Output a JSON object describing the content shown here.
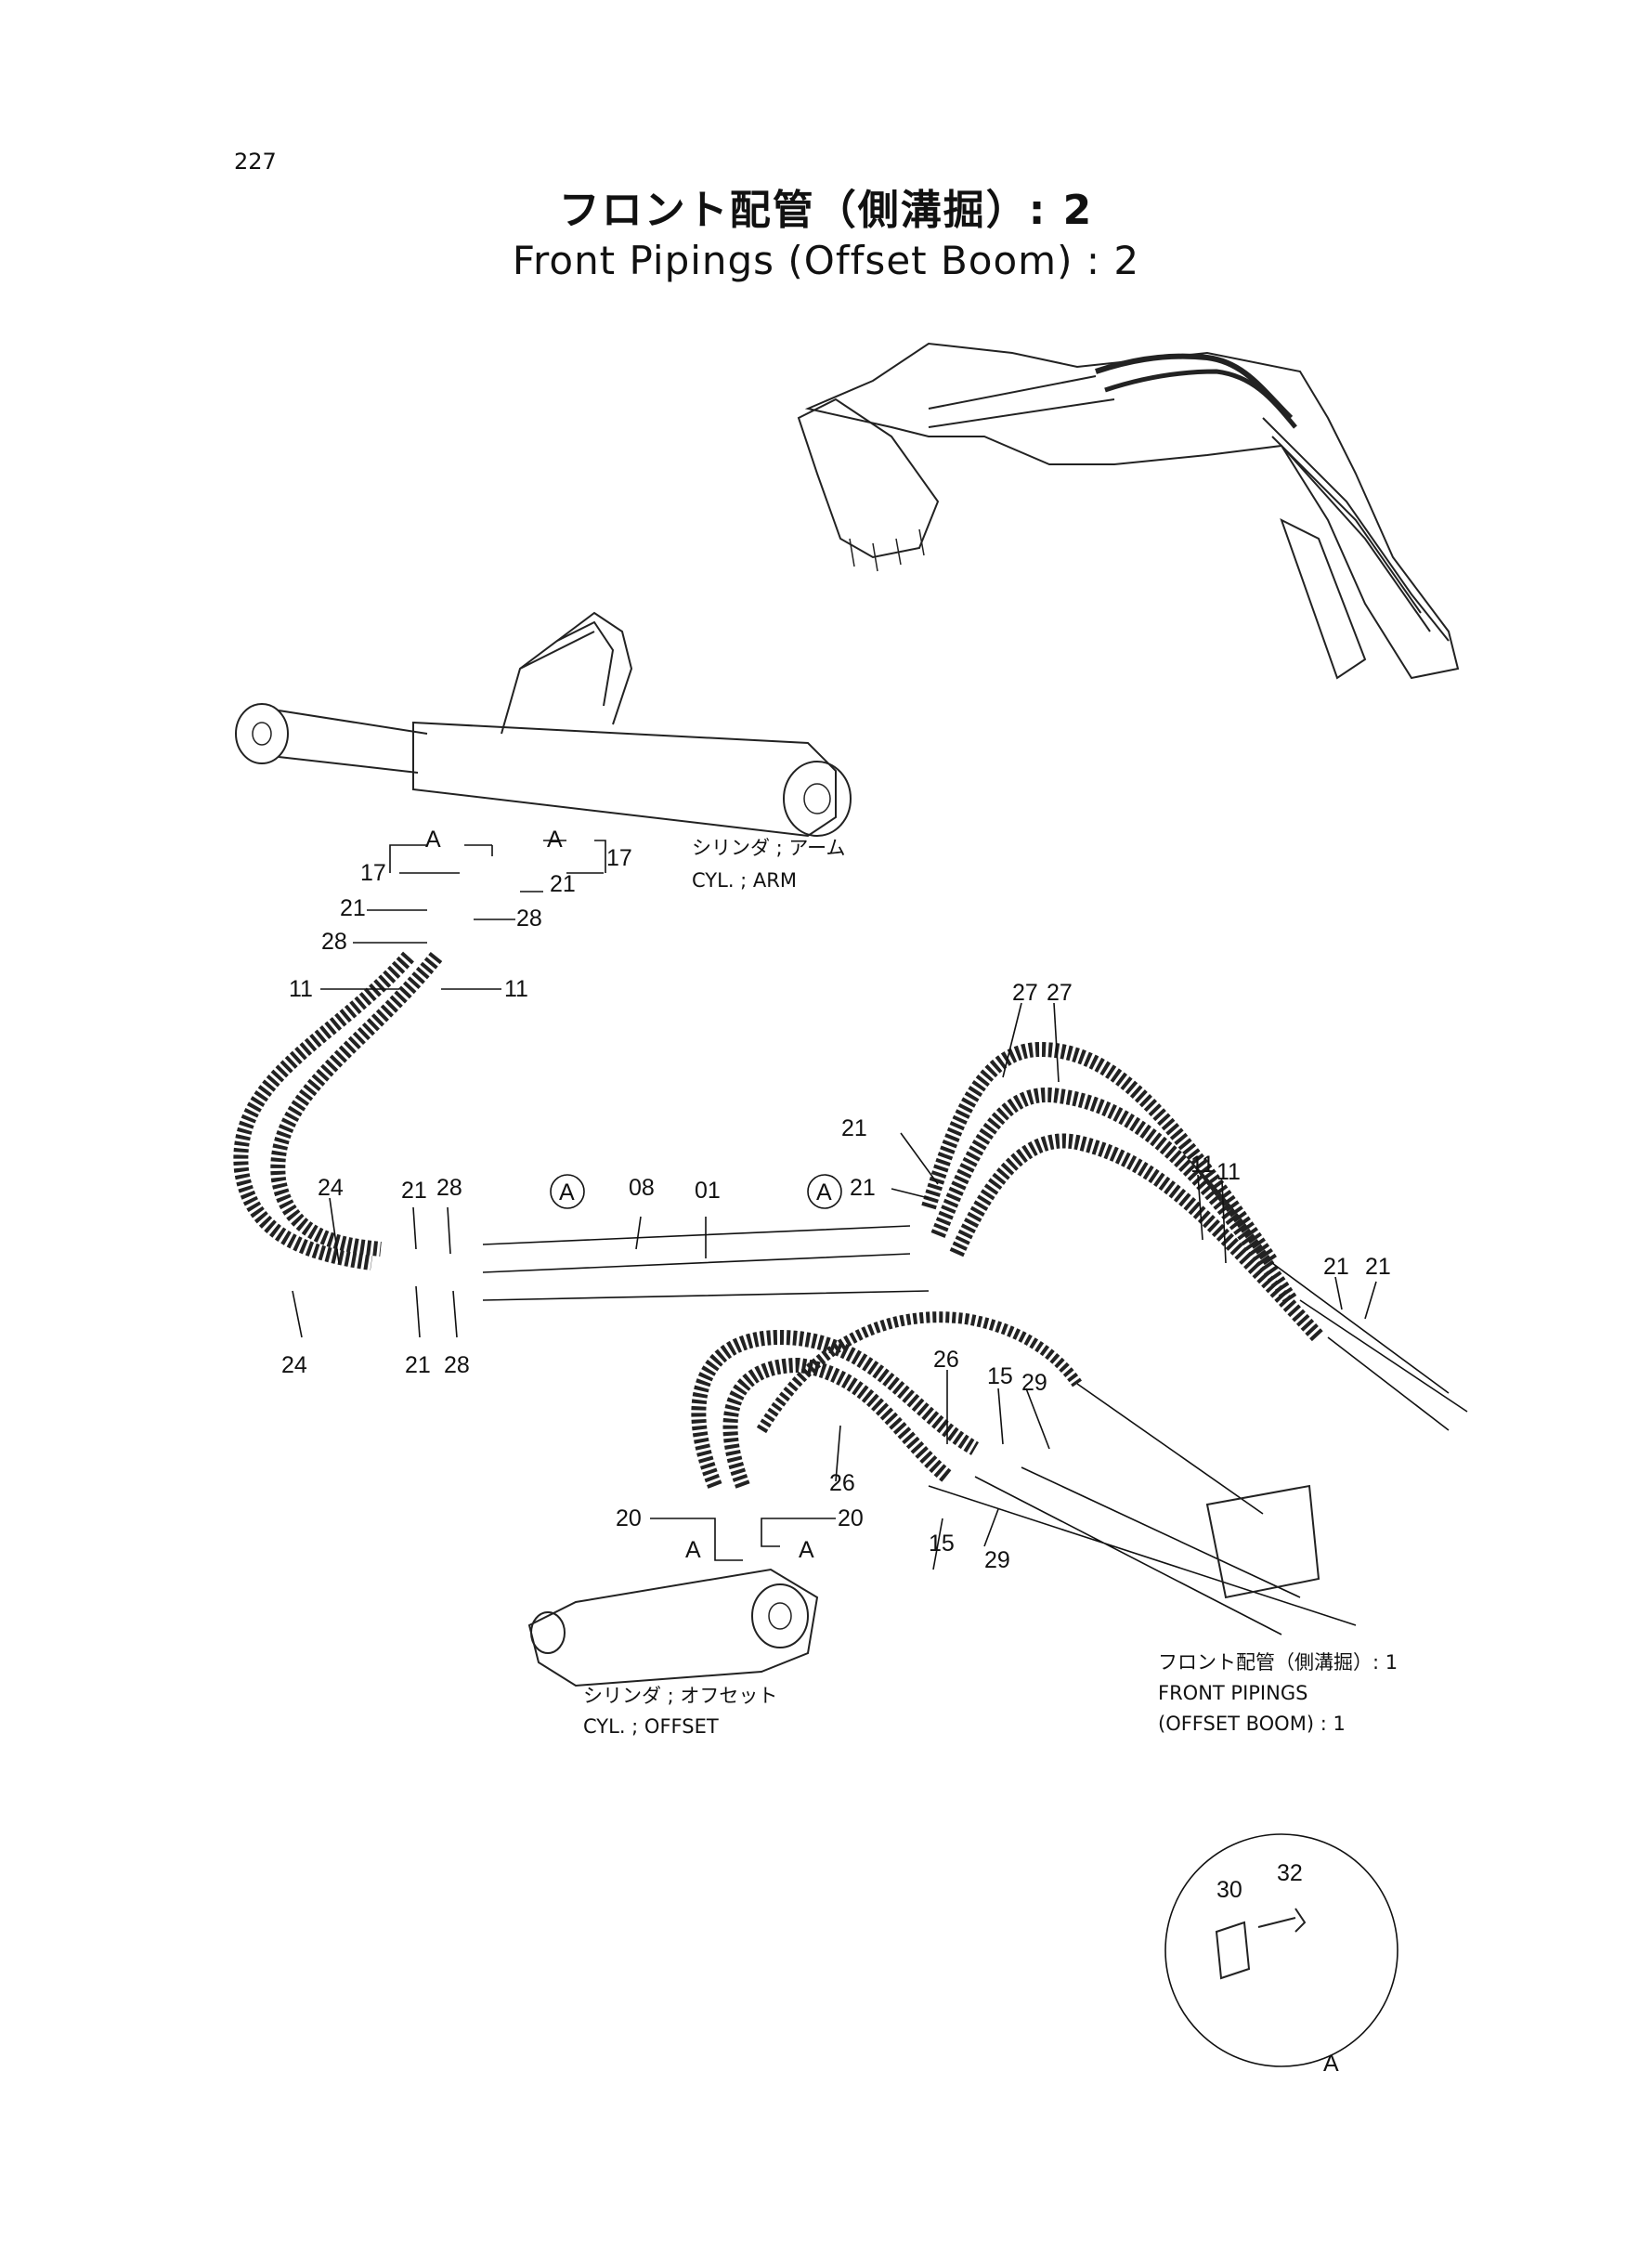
{
  "page_number": "227",
  "title_jp": "フロント配管（側溝掘）: 2",
  "title_en": "Front Pipings (Offset Boom) : 2",
  "labels": {
    "arm_cyl_jp": "シリンダ ; アーム",
    "arm_cyl_en": "CYL. ; ARM",
    "offset_cyl_jp": "シリンダ ; オフセット",
    "offset_cyl_en": "CYL. ; OFFSET",
    "ref_jp": "フロント配管（側溝掘）: 1",
    "ref_en_1": "FRONT PIPINGS",
    "ref_en_2": "(OFFSET BOOM) : 1"
  },
  "callouts": [
    "17",
    "17",
    "21",
    "21",
    "28",
    "28",
    "11",
    "11",
    "24",
    "24",
    "21",
    "28",
    "21",
    "28",
    "08",
    "01",
    "21",
    "21",
    "27",
    "27",
    "11",
    "11",
    "21",
    "21",
    "26",
    "26",
    "15",
    "15",
    "29",
    "29",
    "20",
    "20",
    "30",
    "32"
  ],
  "detail_marks": [
    "A",
    "A",
    "A",
    "A",
    "A",
    "A",
    "A"
  ]
}
